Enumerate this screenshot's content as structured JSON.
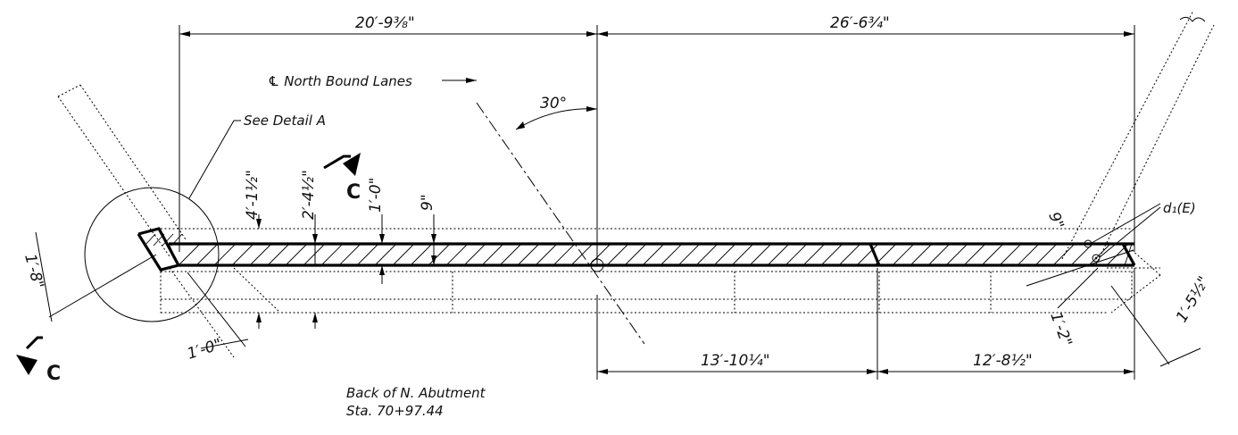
{
  "dimensions": {
    "top_left": "20′-9³⁄₈\"",
    "top_right": "26′-6³⁄₄\"",
    "bottom_mid": "13′-10¹⁄₄\"",
    "bottom_right": "12′-8¹⁄₂\"",
    "v1": "4′-1¹⁄₂\"",
    "v2": "2′-4¹⁄₂\"",
    "v3": "1′-0\"",
    "v4": "9\"",
    "left_skew": "1′-8\"",
    "left_bottom": "1′-0\"",
    "right_9": "9\"",
    "right_12": "1′-2\"",
    "right_15": "1′-5¹⁄₂\""
  },
  "labels": {
    "centerline": "℄ North Bound Lanes",
    "angle": "30°",
    "detail": "See Detail A",
    "abutment_line1": "Back of N. Abutment",
    "abutment_line2": "Sta. 70+97.44",
    "bar_mark": "d₁(E)",
    "section_top": "C",
    "section_left": "C"
  }
}
